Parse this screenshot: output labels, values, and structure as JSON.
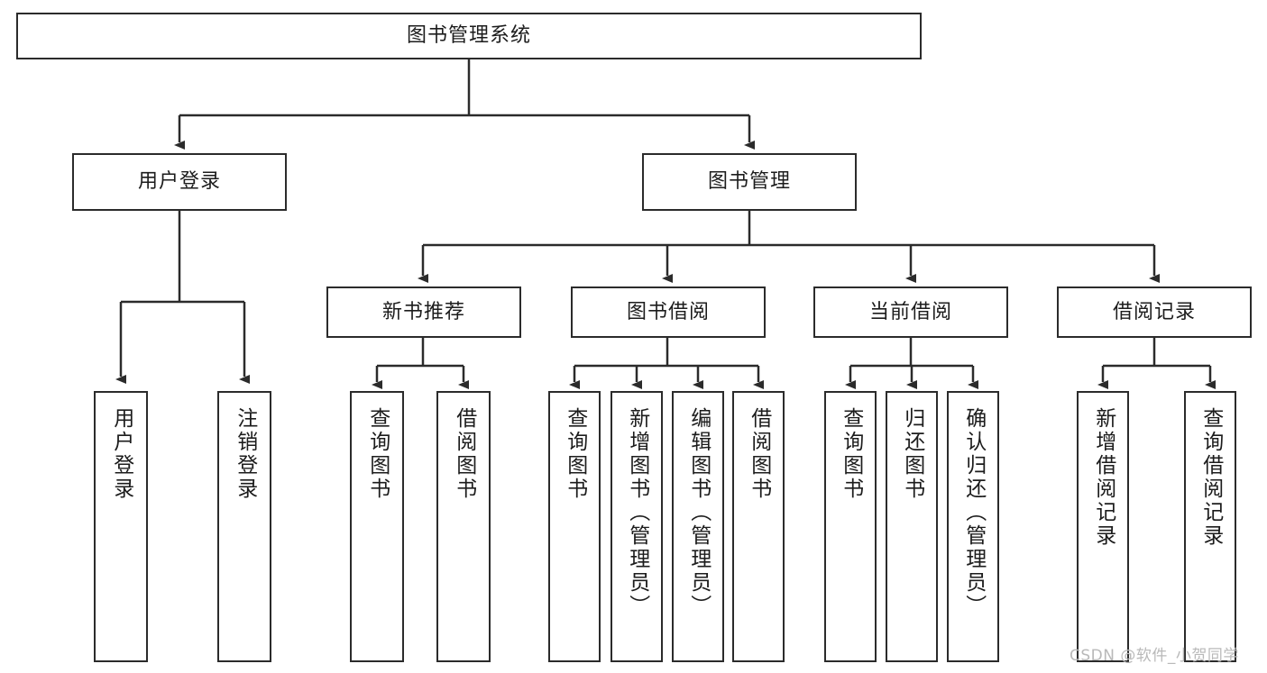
{
  "diagram": {
    "type": "tree",
    "title": "图书管理系统",
    "watermark": "CSDN @软件_小贺同学",
    "colors": {
      "stroke": "#2b2b2b",
      "fill": "#ffffff",
      "text": "#1c1c1c",
      "watermark": "#b9b9b9"
    },
    "nodes": {
      "root": {
        "label": "图书管理系统"
      },
      "level1": [
        {
          "label": "用户登录"
        },
        {
          "label": "图书管理"
        }
      ],
      "level2": [
        {
          "label": "新书推荐"
        },
        {
          "label": "图书借阅"
        },
        {
          "label": "当前借阅"
        },
        {
          "label": "借阅记录"
        }
      ],
      "leaves_user_login": [
        {
          "label": "用户登录"
        },
        {
          "label": "注销登录"
        }
      ],
      "leaves_new_books": [
        {
          "label": "查询图书"
        },
        {
          "label": "借阅图书"
        }
      ],
      "leaves_borrow": [
        {
          "label": "查询图书"
        },
        {
          "label": "新增图书（管理员）"
        },
        {
          "label": "编辑图书（管理员）"
        },
        {
          "label": "借阅图书"
        }
      ],
      "leaves_current": [
        {
          "label": "查询图书"
        },
        {
          "label": "归还图书"
        },
        {
          "label": "确认归还（管理员）"
        }
      ],
      "leaves_records": [
        {
          "label": "新增借阅记录"
        },
        {
          "label": "查询借阅记录"
        }
      ]
    }
  }
}
